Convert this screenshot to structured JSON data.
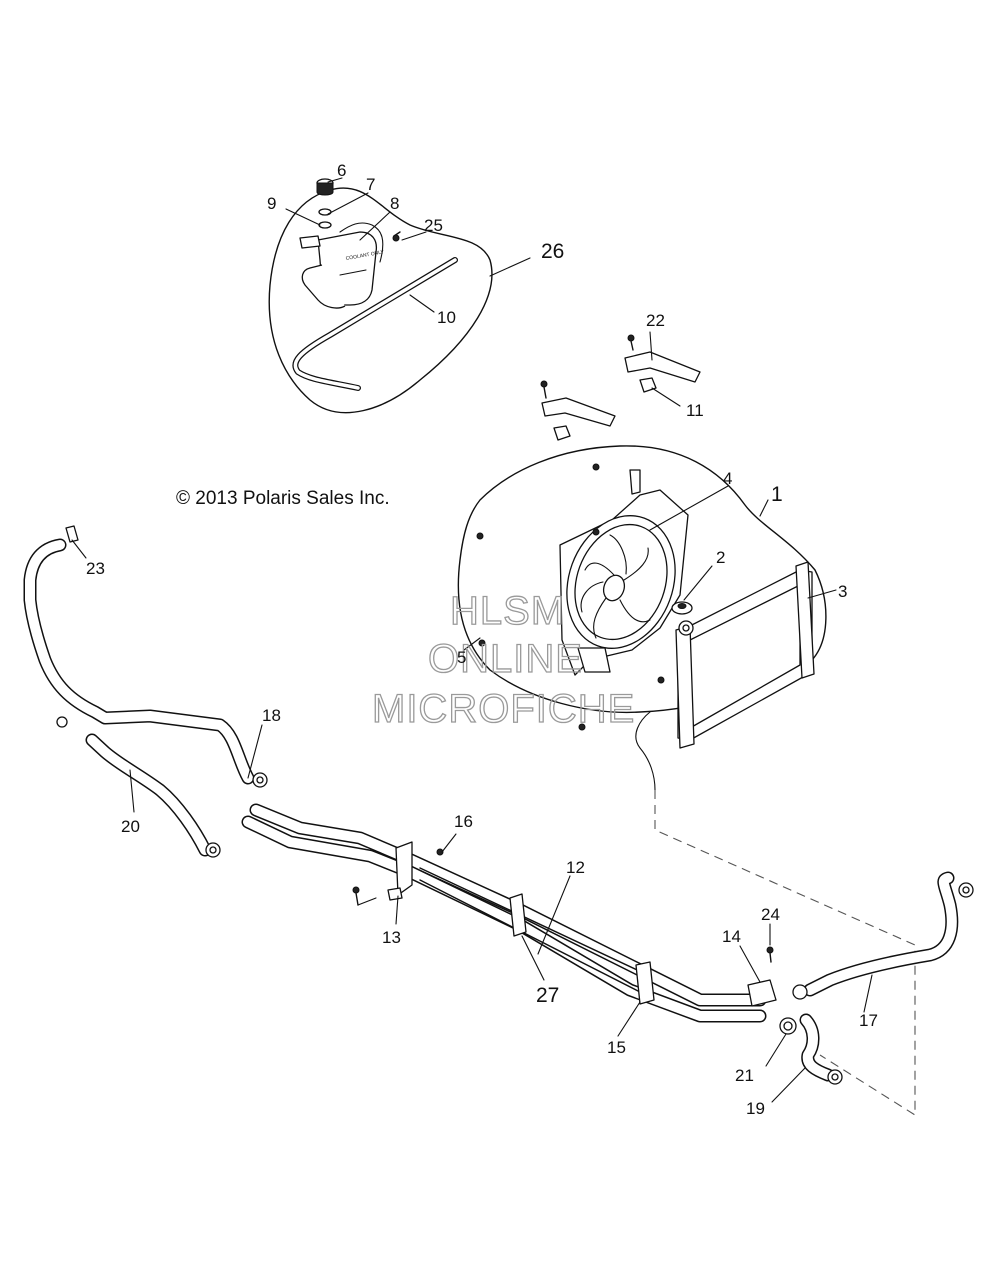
{
  "copyright": "© 2013 Polaris Sales Inc.",
  "watermark": {
    "line1": "HLSM",
    "line2": "ONLINE",
    "line3": "MICROFICHE"
  },
  "callouts": {
    "c1": "1",
    "c2": "2",
    "c3": "3",
    "c4": "4",
    "c5": "5",
    "c6": "6",
    "c7": "7",
    "c8": "8",
    "c9": "9",
    "c10": "10",
    "c11": "11",
    "c12": "12",
    "c13": "13",
    "c14": "14",
    "c15": "15",
    "c16": "16",
    "c17": "17",
    "c18": "18",
    "c19": "19",
    "c20": "20",
    "c21": "21",
    "c22": "22",
    "c23": "23",
    "c24": "24",
    "c25": "25",
    "c26": "26",
    "c27": "27"
  },
  "tank_label": "COOLANT ONLY",
  "colors": {
    "line": "#111111",
    "watermark": "#9a9a9a",
    "background": "#ffffff"
  }
}
